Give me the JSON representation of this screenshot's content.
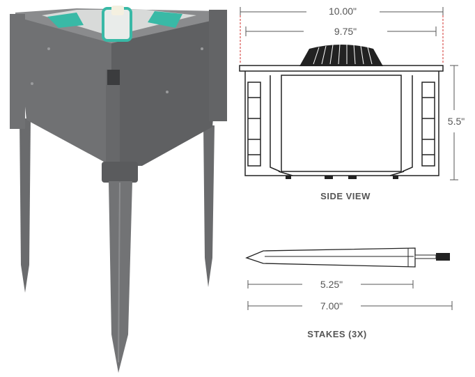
{
  "dimensions": {
    "overall_width": "10.00\"",
    "inner_width": "9.75\"",
    "height": "5.5\"",
    "stake_blade_length": "5.25\"",
    "stake_total_length": "7.00\""
  },
  "captions": {
    "side_view": "SIDE VIEW",
    "stakes": "STAKES (3X)"
  },
  "colors": {
    "product_gray": "#6f7072",
    "product_dark": "#4e4f51",
    "accent_teal": "#39b9a6",
    "guide_red": "#d9534f",
    "line_dark": "#222222",
    "dim_line": "#555555"
  }
}
